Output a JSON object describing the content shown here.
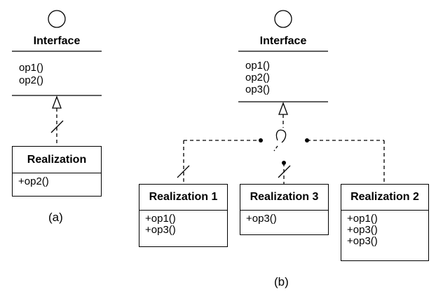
{
  "diagram_a": {
    "interface": {
      "title": "Interface",
      "ops": [
        "op1()",
        "op2()"
      ]
    },
    "realization": {
      "title": "Realization",
      "ops": [
        "+op2()"
      ]
    },
    "caption": "(a)"
  },
  "diagram_b": {
    "interface": {
      "title": "Interface",
      "ops": [
        "op1()",
        "op2()",
        "op3()"
      ]
    },
    "realization1": {
      "title": "Realization 1",
      "ops": [
        "+op1()",
        "+op3()"
      ]
    },
    "realization3": {
      "title": "Realization 3",
      "ops": [
        "+op3()"
      ]
    },
    "realization2": {
      "title": "Realization 2",
      "ops": [
        "+op1()",
        "+op3()",
        "+op3()"
      ]
    },
    "caption": "(b)"
  }
}
